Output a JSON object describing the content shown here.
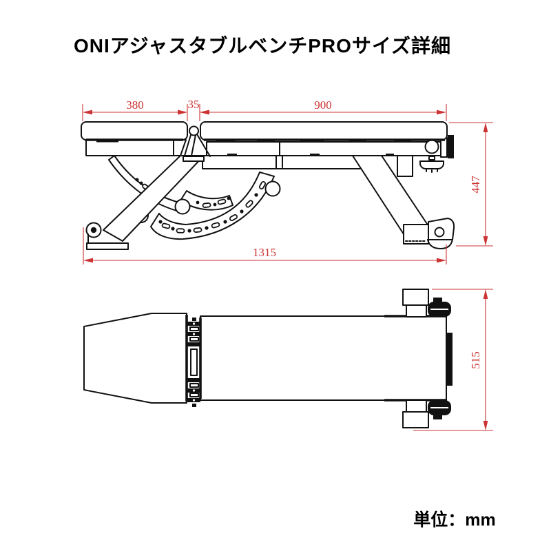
{
  "title": "ONIアジャスタブルベンチPROサイズ詳細",
  "unit_label": "単位：mm",
  "colors": {
    "line": "#111111",
    "dimension": "#cc3333",
    "background": "#ffffff"
  },
  "views": {
    "side": {
      "name": "side-view",
      "dimensions": {
        "head_pad_length": "380",
        "hinge_gap": "35",
        "seat_pad_length": "900",
        "overall_height": "447",
        "overall_length": "1315"
      }
    },
    "top": {
      "name": "top-view",
      "dimensions": {
        "overall_width": "515"
      }
    }
  }
}
